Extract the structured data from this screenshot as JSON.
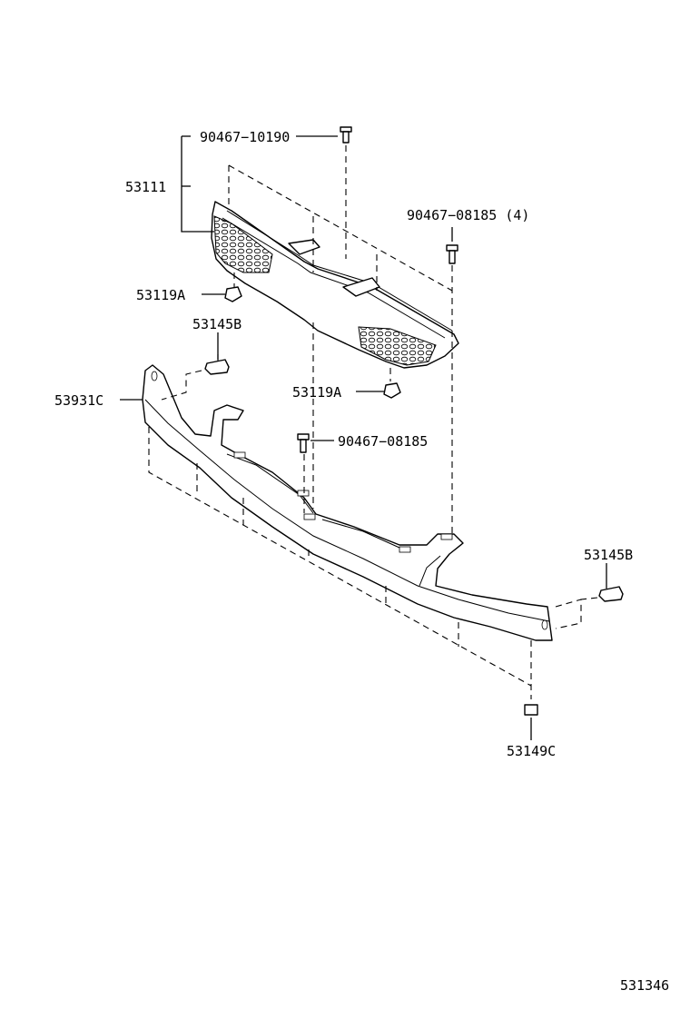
{
  "diagram": {
    "labels": {
      "bolt_top": "90467−10190",
      "grille": "53111",
      "bolt_right": "90467−08185 (4)",
      "nut_left": "53119A",
      "retainer_left": "53145B",
      "nut_right": "53119A",
      "lower_panel": "53931C",
      "bolt_center": "90467−08185",
      "retainer_right": "53145B",
      "clip_bottom": "53149C",
      "figure_number": "531346"
    }
  }
}
